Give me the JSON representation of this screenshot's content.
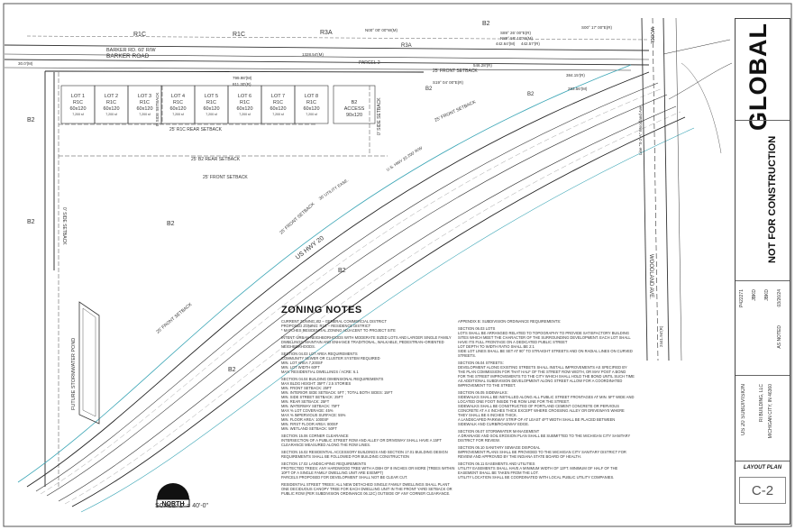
{
  "zones": {
    "r1c_a": "R1C",
    "r1c_b": "R1C",
    "r3a_a": "R3A",
    "r3a_b": "R3A",
    "b2_labels": [
      "B2",
      "B2",
      "B2",
      "B2",
      "B2",
      "B2",
      "B2",
      "B2"
    ]
  },
  "roads": {
    "barker_rw": "BARKER RD. 60' R/W",
    "barker": "BARKER ROAD",
    "us20": "US HWY 20",
    "us20_rw": "U.S. HWY 20 200' R/W",
    "woodland": "WOODLAND AVE.",
    "woodland_top": "WOODL",
    "line": "Line \"S-2-A\" Woodland Ave",
    "stormwater": "FUTURE STORMWATER POND",
    "parcel": "PARCEL 2"
  },
  "lots": [
    {
      "name": "LOT 1",
      "zone": "R1C",
      "size": "60x120",
      "area": "7,200 sf"
    },
    {
      "name": "LOT 2",
      "zone": "R1C",
      "size": "60x120",
      "area": "7,200 sf"
    },
    {
      "name": "LOT 3",
      "zone": "R1C",
      "size": "60x120",
      "area": "7,200 sf"
    },
    {
      "name": "LOT 4",
      "zone": "R1C",
      "size": "60x120",
      "area": "7,200 sf"
    },
    {
      "name": "LOT 5",
      "zone": "R1C",
      "size": "60x120",
      "area": "7,200 sf"
    },
    {
      "name": "LOT 6",
      "zone": "R1C",
      "size": "60x120",
      "area": "7,200 sf"
    },
    {
      "name": "LOT 7",
      "zone": "R1C",
      "size": "60x120",
      "area": "7,200 sf"
    },
    {
      "name": "LOT 8",
      "zone": "R1C",
      "size": "60x120",
      "area": "7,200 sf"
    }
  ],
  "access": {
    "zone": "B2",
    "label": "ACCESS",
    "size": "90x120"
  },
  "setbacks": {
    "r1c_rear": "25' R1C REAR SETBACK",
    "b2_rear": "25' B2 REAR SETBACK",
    "front_a": "25' FRONT SETBACK",
    "front_b": "25' FRONT SETBACK",
    "front_c": "25' FRONT SETBACK",
    "front_d": "25' FRONT SETBACK",
    "front_e": "25' FRONT SETBACK",
    "side_a": "0' SIDE SETBACK",
    "side_b": "0' SIDE SETBACK",
    "side_c": "0' SIDE SETBACK",
    "utility": "30' UTILITY EASE."
  },
  "dims": {
    "d1": "1328.54'(M)",
    "d2": "799.98'(M)",
    "d3": "811.30'(R)",
    "d4": "546.28'(R)",
    "d5": "442.64'(M)",
    "d6": "442.57'(R)",
    "d7": "384.15'(R)",
    "d8": "283.56'(M)",
    "d9": "2441.94'(R)",
    "d10": "30.0'(M)",
    "d11": "S89° 26' 00\"E(R)",
    "d12": "N89° 58' 10\"W(M)",
    "d13": "S00° 17' 00\"E(R)",
    "d14": "N00° 00' 00\"W(M)",
    "d15": "S19° 04' 00\"E(R)"
  },
  "notes": {
    "title": "ZONING NOTES",
    "left": [
      "CURRENT ZONING: B2 – GENERAL COMMERCIAL DISTRICT\nPROPOSED ZONING: R1C – RESIDENCE DISTRICT\n* MATCHES RESIDENTIAL ZONING ADJACENT TO PROJECT SITE",
      "INTENT: URBAN NEIGHBORHOODS WITH MODERATE SIZED LOTS AND LARGER SINGLE FAMILY DWELLINGS; MAINTAIN AND ENHANCE TRADITIONAL, WALKABLE, PEDESTRIAN–ORIENTED NEIGHBORHOODS.",
      "SECTION 04.03 LOT AREA REQUIREMENTS\nCOMMUNITY SEWER OR CLUSTER SYSTEM REQUIRED\nMIN. LOT AREA 7,200sf\nMIN. LOT WIDTH 60ft\nMAX. RESIDENTIAL DWELLINGS / ACRE: 6.1",
      "SECTION 04.04 BUILDING DIMENSIONAL REQUIREMENTS\nMAX BLDG HEIGHT: 35ft / 2.5 STORIES\nMIN. FRONT SETBACK: 25ft\nMIN. INTERIOR SIDE SETBACK: 5ft ; TOTAL BOTH SIDES: 15ft\nMIN. SIDE STREET SETBACK: 25ft\nMIN. REAR SETBACK: 25ft\nMIN. WATERWAY SETBACK: 75ft\nMAX % LOT COVERAGE: 45%\nMAX % IMPERVIOUS SURFACE: 55%\nMIN. FLOOR AREA: 1000sf\nMIN. FIRST FLOOR AREA: 800sf\nMIN. WETLAND SETBACK: 50ft",
      "SECTION 15.06 CORNER CLEARANCE\nINTERSECTION OF A PUBLIC STREET ROW AND ALLEY OR DRIVEWAY SHALL HAVE A 15ft CLEARANCE MEASURED ALONG THE ROW LINES.",
      "SECTION 16.02 RESIDENTIAL ACCESSORY BUILDINGS AND SECTION 17.01 BUILDING DESIGN REQUIREMENTS SHALL BE FOLLOWED FOR BUILDING CONSTRUCTION",
      "SECTION 17.02 LANDSCAPING REQUIREMENTS\nPROTECTED TREES: ANY HARDWOOD TREE WITH A DBH OF 8 INCHES OR MORE (TREES WITHIN 10ft OF A SINGLE FAMILY DWELLING UNIT ARE EXEMPT)\nPARCELS PROPOSED FOR DEVELOPMENT SHALL NOT BE CLEAR CUT.",
      "RESIDENTIAL STREET TREES: ALL NEW DETACHED SINGLE FAMILY DWELLINGS SHALL PLANT ONE DECIDUOUS CANOPY TREE FOR EACH DWELLING UNIT IN THE FRONT YARD SETBACK OR PUBLIC ROW (PER SUBDIVISION ORDINANCE 06.12c) OUTSIDE OF ANY CORNER CLEARANCE."
    ],
    "right": [
      "APPENDIX B: SUBDIVISION ORDINANCE REQUIREMENTS:",
      "SECTION 06.03 LOTS\nLOTS SHALL BE ARRANGED RELATED TO TOPOGRAPHY TO PROVIDE SATISFACTORY BUILDING SITES WHICH MEET THE CHARACTER OF THE SURROUNDING DEVELOPMENT. EACH LOT SHALL HAVE ITS FULL FRONTAGE ON A DEDICATED PUBLIC STREET\nLOT DEPTH TO WIDTH RATIO SHALL BE 2:1\nSIDE LOT LINES SHALL BE SET AT 90° TO STRAIGHT STREETS AND ON RADIAL LINES ON CURVED STREETS.",
      "SECTION 06.04 STREETS:\nDEVELOPMENT ALONG EXISTING STREETS SHALL INSTALL IMPROVEMENTS AS SPECIFIED BY THE PLAN COMMISSION FOR THAT HALF OF THE STREET ROW WIDTH, OR MAY POST A BOND FOR THE STREET IMPROVEMENTS TO THE CITY WHICH SHALL HOLD THE BOND UNTIL SUCH TIME AS ADDITIONAL SUBDIVISION DEVELOPMENT ALONG STREET ALLOW FOR A COORDINATED IMPROVEMENT TO THE STREET.",
      "SECTION 06.05 SIDEWALKS:\nSIDEWALKS SHALL BE INSTALLED ALONG ALL PUBLIC STREET FRONTAGES AT MIN. 5ft WIDE AND LOCATED ONE FOOT INSIDE THE ROW LINE FOR THE STREET.\nSIDEWALKS SHALL BE CONSTRUCTED OF PORTLAND CEMENT CONCRETE OR PERVIOUS CONCRETE AT A 4 INCHES THICK EXCEPT WHERE CROSSING ALLEY OR DRIVEWAYS WHERE THEY SHALL BE 6 INCHES THICK.\nA LANDSCAPED PARKWAY STRIP OF AT LEAST 4ft WIDTH SHALL BE PLACED BETWEEN SIDEWALK AND CURB/ROADWAY EDGE.",
      "SECTION 06.07 STORMWATER MANAGEMENT\nA DRAINAGE AND SOIL EROSION PLAN SHALL BE SUBMITTED TO THE MICHIGAN CITY SANITARY DISTRICT FOR REVIEW.",
      "SECTION 06.10 SANITARY SEWAGE DISPOSAL\nIMPROVEMENT PLANS SHALL BE PROVIDED TO THE MICHIGAN CITY SANITARY DISTRICT FOR REVIEW AND APPROVED BY THE INDIANA STATE BOARD OF HEALTH.",
      "SECTION 06.11 EASEMENTS AND UTILITIES\nUTILITY EASEMENTS SHALL HAVE A MINIMUM WIDTH OF 12ft. MINIMUM OF HALF OF THE EASEMENT SHALL BE TAKEN FROM THE LOT.\nUTILITY LOCATION SHALL BE COORDINATED WITH LOCAL PUBLIC UTILITY COMPANIES."
    ]
  },
  "north": {
    "label": "NORTH",
    "scale": "SCALE:  1\" = 40'-0\""
  },
  "title_block": {
    "logo": "GLOBAL",
    "not_for_construction": "NOT FOR CONSTRUCTION",
    "project": "US 20 SUBDIVISION",
    "client": "RI BUILDING, LLC",
    "location": "MICHIGAN CITY, IN 46360",
    "job_no": "P422271",
    "drawn": "JBKD",
    "checked": "JBKD",
    "date": "03/26/24",
    "scale_txt": "AS NOTED",
    "sheet_title": "LAYOUT PLAN",
    "sheet_no": "C-2"
  }
}
